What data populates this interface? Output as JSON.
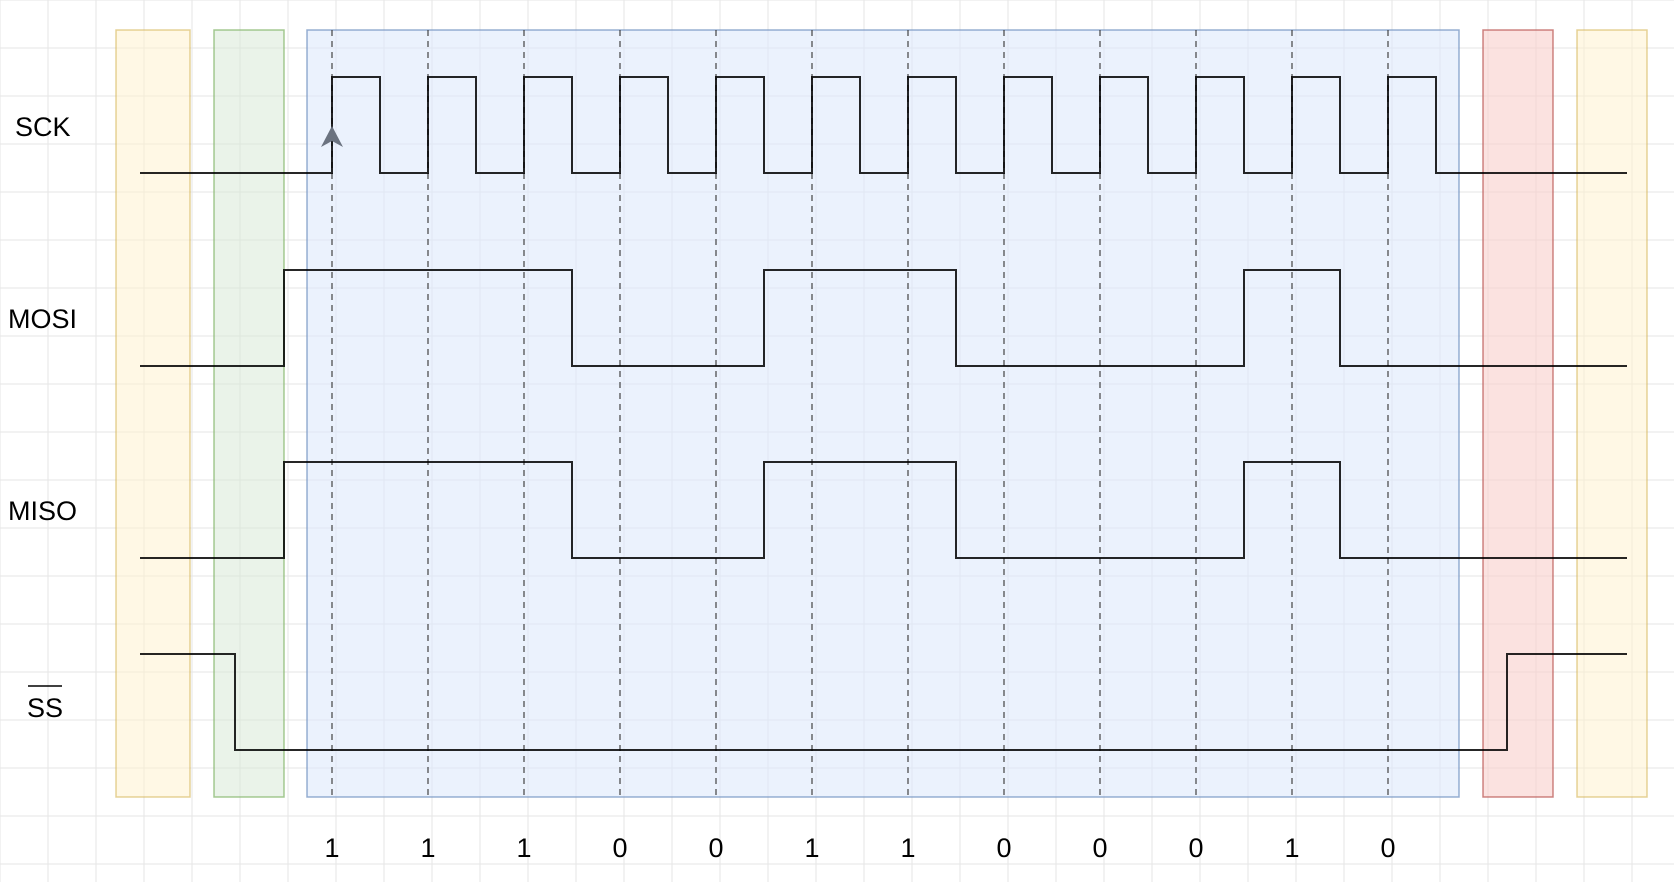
{
  "signals": [
    {
      "id": "sck",
      "label": "SCK"
    },
    {
      "id": "mosi",
      "label": "MOSI"
    },
    {
      "id": "miso",
      "label": "MISO"
    },
    {
      "id": "ss",
      "label": "SS",
      "overline": true
    }
  ],
  "bits": [
    "1",
    "1",
    "1",
    "0",
    "0",
    "1",
    "1",
    "0",
    "0",
    "0",
    "1",
    "0"
  ],
  "phases": [
    "idle-pre",
    "select",
    "transfer",
    "deselect",
    "idle-post"
  ],
  "colors": {
    "idle": "#fff2cc",
    "select": "#d5e8d4",
    "transfer": "#dae8fc",
    "deselect": "#f8cecc",
    "waveform": "#000000",
    "divider": "#333333"
  },
  "icons": {
    "sampling_edge": "up-arrow-icon"
  }
}
